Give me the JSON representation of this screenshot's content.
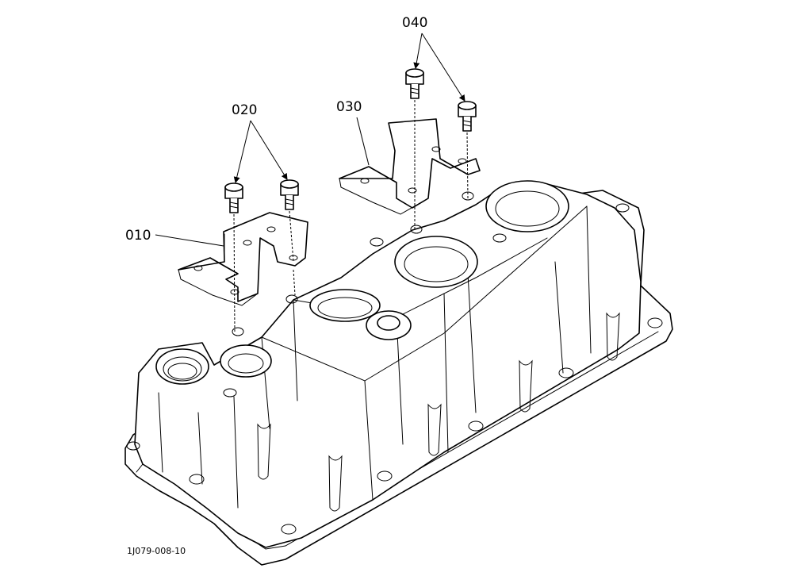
{
  "parts": [
    {
      "id": "010"
    },
    {
      "id": "020"
    },
    {
      "id": "030"
    },
    {
      "id": "040"
    }
  ],
  "drawing_code": "1J079-008-10"
}
